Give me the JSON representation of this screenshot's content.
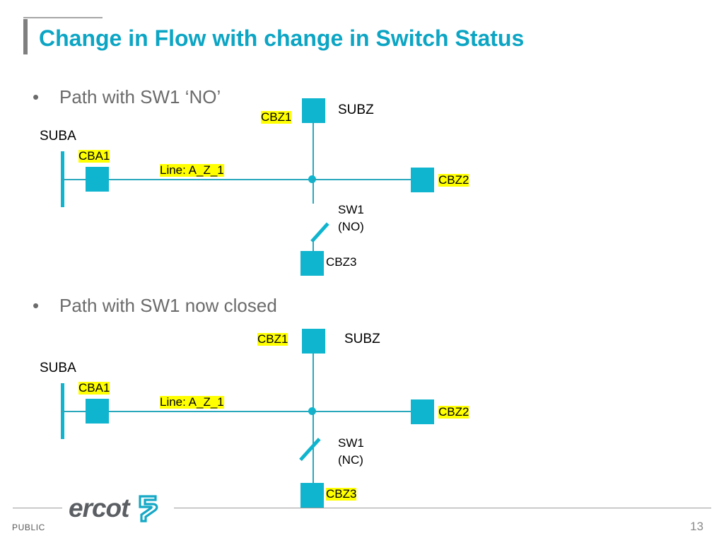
{
  "slide": {
    "title": "Change in Flow with change in Switch Status",
    "page_number": "13",
    "classification": "PUBLIC",
    "logo_word": "ercot",
    "accent_color": "#0CA5C4",
    "element_color": "#0FB4CE",
    "line_color": "#29A8BC",
    "highlight_color": "#FFFF00",
    "bullet_color": "#6b6b6b",
    "bracket_color": "#7f7f7f"
  },
  "diagrams": [
    {
      "bullet": "Path with SW1 ‘NO’",
      "bullet_glyph": "•",
      "sub_a": "SUBA",
      "sub_z": "SUBZ",
      "breaker_a1": "CBA1",
      "breaker_z1": "CBZ1",
      "breaker_z2": "CBZ2",
      "breaker_z3": "CBZ3",
      "line_label": "Line: A_Z_1",
      "switch_name": "SW1",
      "switch_state": "(NO)",
      "switch_closed": false
    },
    {
      "bullet": "Path with SW1 now closed",
      "bullet_glyph": "•",
      "sub_a": "SUBA",
      "sub_z": "SUBZ",
      "breaker_a1": "CBA1",
      "breaker_z1": "CBZ1",
      "breaker_z2": "CBZ2",
      "breaker_z3": "CBZ3",
      "line_label": "Line: A_Z_1",
      "switch_name": "SW1",
      "switch_state": "(NC)",
      "switch_closed": true
    }
  ]
}
